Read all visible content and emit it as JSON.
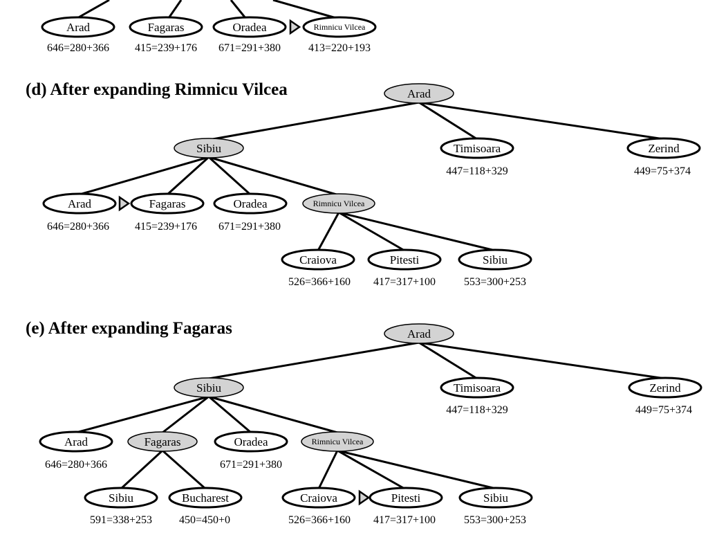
{
  "figure": {
    "partial_tree": {
      "nodes": [
        {
          "id": "c_arad",
          "label": "Arad",
          "shaded": false,
          "score": "646=280+366"
        },
        {
          "id": "c_fagaras",
          "label": "Fagaras",
          "shaded": false,
          "score": "415=239+176"
        },
        {
          "id": "c_oradea",
          "label": "Oradea",
          "shaded": false,
          "score": "671=291+380"
        },
        {
          "id": "c_rimnicu",
          "label": "Rimnicu Vilcea",
          "shaded": false,
          "score": "413=220+193",
          "marked": true
        }
      ]
    },
    "panel_d": {
      "heading": "(d) After expanding Rimnicu Vilcea",
      "nodes": [
        {
          "id": "d_arad_root",
          "label": "Arad",
          "shaded": true,
          "score": ""
        },
        {
          "id": "d_sibiu",
          "label": "Sibiu",
          "shaded": true,
          "score": ""
        },
        {
          "id": "d_timisoara",
          "label": "Timisoara",
          "shaded": false,
          "score": "447=118+329"
        },
        {
          "id": "d_zerind",
          "label": "Zerind",
          "shaded": false,
          "score": "449=75+374"
        },
        {
          "id": "d_arad",
          "label": "Arad",
          "shaded": false,
          "score": "646=280+366"
        },
        {
          "id": "d_fagaras",
          "label": "Fagaras",
          "shaded": false,
          "score": "415=239+176",
          "marked": true
        },
        {
          "id": "d_oradea",
          "label": "Oradea",
          "shaded": false,
          "score": "671=291+380"
        },
        {
          "id": "d_rimnicu",
          "label": "Rimnicu Vilcea",
          "shaded": true,
          "score": ""
        },
        {
          "id": "d_craiova",
          "label": "Craiova",
          "shaded": false,
          "score": "526=366+160"
        },
        {
          "id": "d_pitesti",
          "label": "Pitesti",
          "shaded": false,
          "score": "417=317+100"
        },
        {
          "id": "d_sibiu2",
          "label": "Sibiu",
          "shaded": false,
          "score": "553=300+253"
        }
      ]
    },
    "panel_e": {
      "heading": "(e) After expanding Fagaras",
      "nodes": [
        {
          "id": "e_arad_root",
          "label": "Arad",
          "shaded": true,
          "score": ""
        },
        {
          "id": "e_sibiu",
          "label": "Sibiu",
          "shaded": true,
          "score": ""
        },
        {
          "id": "e_timisoara",
          "label": "Timisoara",
          "shaded": false,
          "score": "447=118+329"
        },
        {
          "id": "e_zerind",
          "label": "Zerind",
          "shaded": false,
          "score": "449=75+374"
        },
        {
          "id": "e_arad",
          "label": "Arad",
          "shaded": false,
          "score": "646=280+366"
        },
        {
          "id": "e_fagaras",
          "label": "Fagaras",
          "shaded": true,
          "score": ""
        },
        {
          "id": "e_oradea",
          "label": "Oradea",
          "shaded": false,
          "score": "671=291+380"
        },
        {
          "id": "e_rimnicu",
          "label": "Rimnicu Vilcea",
          "shaded": true,
          "score": ""
        },
        {
          "id": "e_sibiu3",
          "label": "Sibiu",
          "shaded": false,
          "score": "591=338+253"
        },
        {
          "id": "e_bucharest",
          "label": "Bucharest",
          "shaded": false,
          "score": "450=450+0"
        },
        {
          "id": "e_craiova",
          "label": "Craiova",
          "shaded": false,
          "score": "526=366+160"
        },
        {
          "id": "e_pitesti",
          "label": "Pitesti",
          "shaded": false,
          "score": "417=317+100",
          "marked": true
        },
        {
          "id": "e_sibiu2",
          "label": "Sibiu",
          "shaded": false,
          "score": "553=300+253"
        }
      ]
    },
    "colors": {
      "shaded_fill": "#d3d3d3",
      "open_fill": "#ffffff",
      "stroke": "#000000",
      "marker_fill": "#d3d3d3"
    }
  }
}
